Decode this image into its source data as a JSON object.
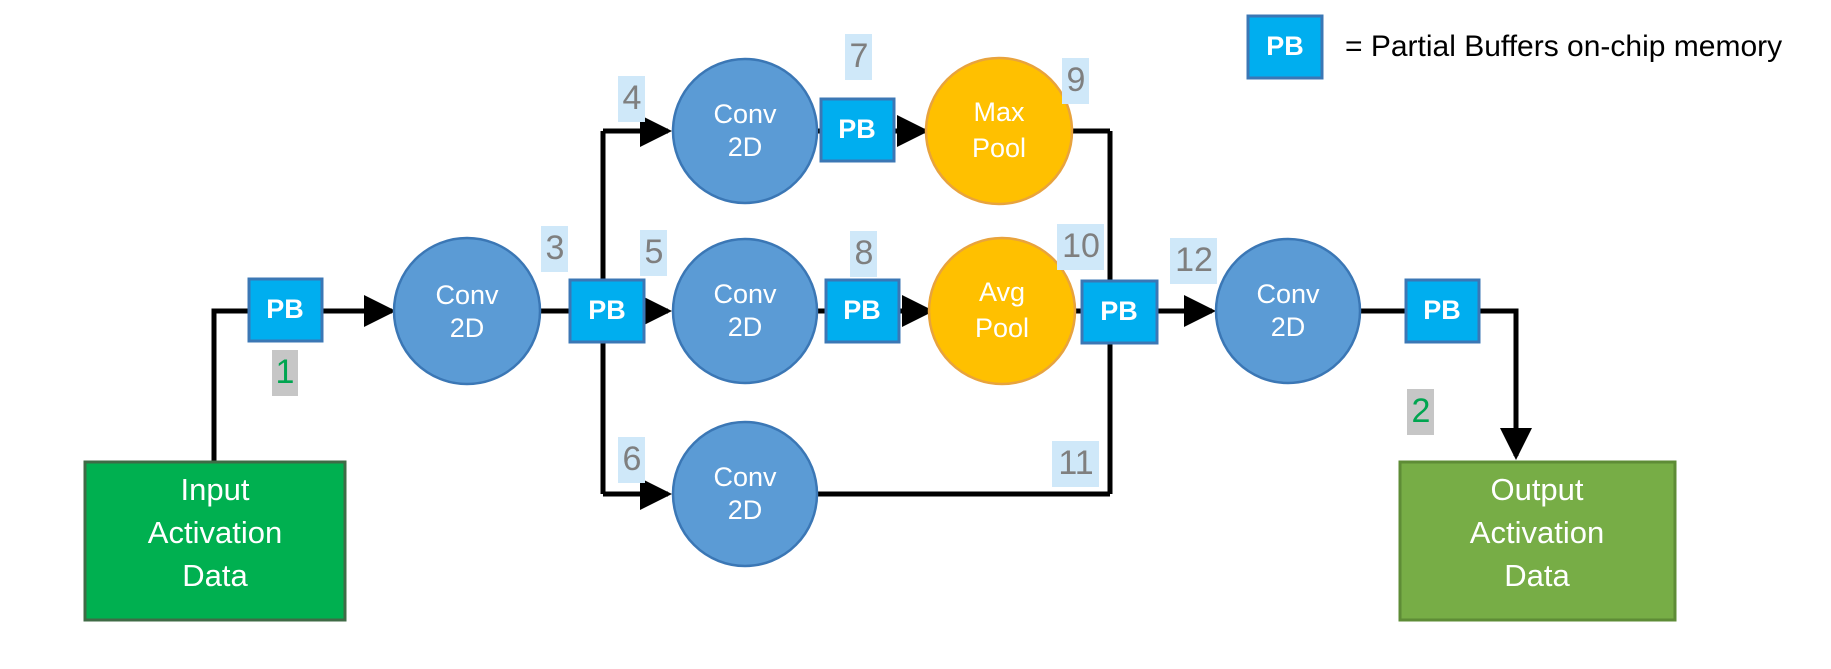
{
  "legend": {
    "badge_label": "PB",
    "description": "= Partial Buffers on-chip memory",
    "badge_fill": "#00AEEF",
    "badge_stroke": "#3B77B5"
  },
  "colors": {
    "conv_fill": "#5B9BD5",
    "conv_stroke": "#3B77B5",
    "pool_fill": "#FFC000",
    "pool_stroke": "#E8A33D",
    "pb_fill": "#00AEEF",
    "pb_stroke": "#3B77B5",
    "input_fill": "#00B050",
    "input_stroke": "#3F6B46",
    "output_fill": "#77AD46",
    "output_stroke": "#5E8C36",
    "wire": "#000000",
    "number_gray": "#7f7f7f",
    "number_green": "#00A550",
    "highlight_blue": "#CFE8F9",
    "highlight_gray": "#C6C6C6"
  },
  "nodes": {
    "input": {
      "line1": "Input",
      "line2": "Activation",
      "line3": "Data"
    },
    "output": {
      "line1": "Output",
      "line2": "Activation",
      "line3": "Data"
    },
    "conv_first": {
      "line1": "Conv",
      "line2": "2D"
    },
    "conv_top": {
      "line1": "Conv",
      "line2": "2D"
    },
    "conv_mid": {
      "line1": "Conv",
      "line2": "2D"
    },
    "conv_bottom": {
      "line1": "Conv",
      "line2": "2D"
    },
    "conv_last": {
      "line1": "Conv",
      "line2": "2D"
    },
    "max_pool": {
      "line1": "Max",
      "line2": "Pool"
    },
    "avg_pool": {
      "line1": "Avg",
      "line2": "Pool"
    }
  },
  "buffers": {
    "pb_input": "PB",
    "pb_split": "PB",
    "pb_top": "PB",
    "pb_mid": "PB",
    "pb_merge": "PB",
    "pb_output": "PB"
  },
  "edge_numbers": [
    {
      "id": "n1",
      "text": "1",
      "style": "green"
    },
    {
      "id": "n2",
      "text": "2",
      "style": "green"
    },
    {
      "id": "n3",
      "text": "3",
      "style": "gray"
    },
    {
      "id": "n4",
      "text": "4",
      "style": "gray"
    },
    {
      "id": "n5",
      "text": "5",
      "style": "gray"
    },
    {
      "id": "n6",
      "text": "6",
      "style": "gray"
    },
    {
      "id": "n7",
      "text": "7",
      "style": "gray"
    },
    {
      "id": "n8",
      "text": "8",
      "style": "gray"
    },
    {
      "id": "n9",
      "text": "9",
      "style": "gray"
    },
    {
      "id": "n10",
      "text": "10",
      "style": "gray"
    },
    {
      "id": "n11",
      "text": "11",
      "style": "gray"
    },
    {
      "id": "n12",
      "text": "12",
      "style": "gray"
    }
  ]
}
